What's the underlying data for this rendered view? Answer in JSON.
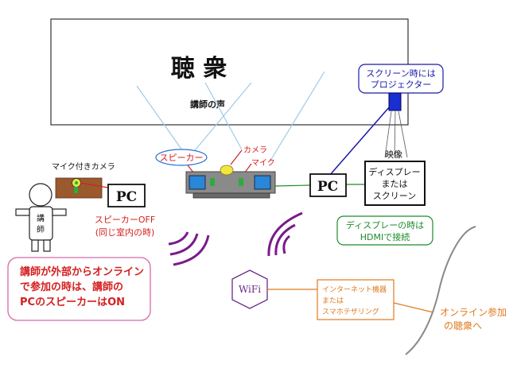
{
  "audience": {
    "title": "聴 衆",
    "voice": "講師の声"
  },
  "projector_label": [
    "スクリーン時には",
    "プロジェクター"
  ],
  "speaker_label": "スピーカー",
  "camera_label": "カメラ",
  "mic_label": "マイク",
  "video_label": "映像",
  "display_box": [
    "ディスプレー",
    "または",
    "スクリーン"
  ],
  "pc_label": "PC",
  "lecturer_pc_label": "PC",
  "mic_camera_label": "マイク付きカメラ",
  "lecturer_label": [
    "講",
    "師"
  ],
  "speaker_off": [
    "スピーカーOFF",
    "(同じ室内の時)"
  ],
  "hdmi_note": [
    "ディスプレーの時は",
    "HDMIで接続"
  ],
  "remote_note": [
    "講師が外部からオンライン",
    "で参加の時は、講師の",
    "PCのスピーカーはON"
  ],
  "wifi_label": "WiFi",
  "internet_label": [
    "インターネット機器",
    "または",
    "スマホテザリング"
  ],
  "online_label": [
    "オンライン参加",
    "の聴衆へ"
  ],
  "colors": {
    "red": "#d42020",
    "blue": "#1a1aa8",
    "green": "#1e8a2a",
    "orange": "#e07a1e",
    "purple": "#6a2a8a",
    "pink": "#d76aa6",
    "brown": "#9a5a2e",
    "gray": "#a0a0a0",
    "lightblue": "#9fcbe6"
  }
}
